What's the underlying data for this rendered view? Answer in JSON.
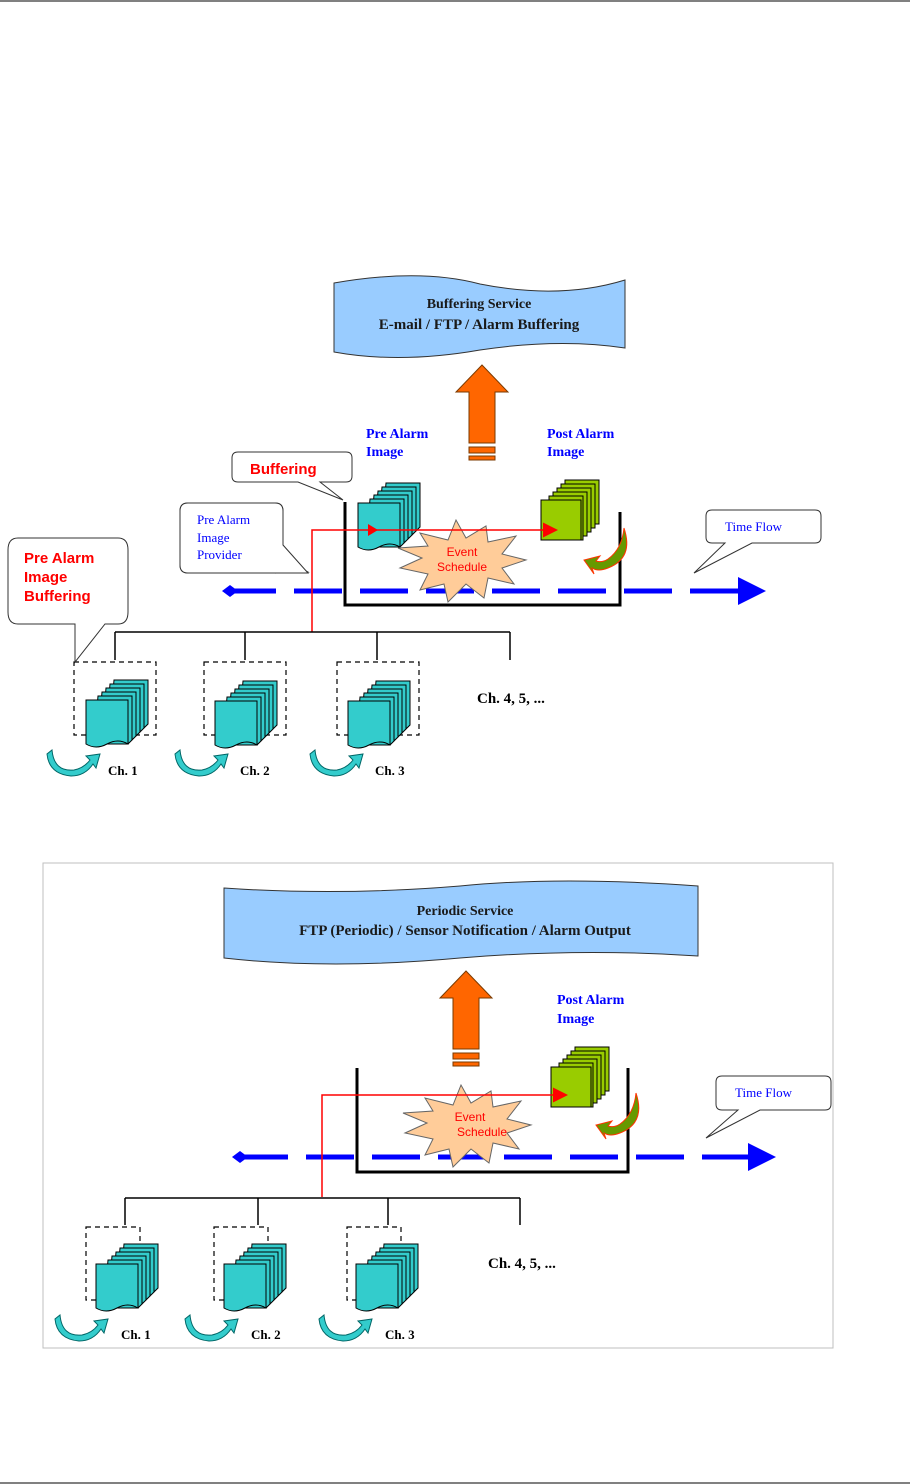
{
  "page": {
    "colors": {
      "banner_fill": "#99ccff",
      "up_arrow_fill": "#ff6600",
      "frame_cyan": "#33cccc",
      "frame_green": "#99cc00",
      "curl_green": "#669900",
      "burst_fill": "#ffcc99",
      "red_accent": "#ff0000",
      "blue_text": "#0000ff",
      "timeline_blue": "#0000ff",
      "rule_gray": "#808080",
      "frame_border_gray": "#bfbfbf"
    }
  },
  "diagram1": {
    "banner": {
      "title": "Buffering Service",
      "subtitle": "E-mail / FTP / Alarm Buffering"
    },
    "pre_alarm_image_label": [
      "Pre Alarm",
      "Image"
    ],
    "post_alarm_image_label": [
      "Post Alarm",
      "Image"
    ],
    "callouts": {
      "buffering": "Buffering",
      "pre_alarm_image_provider": [
        "Pre Alarm",
        "Image",
        "Provider"
      ],
      "pre_alarm_image_buffering": [
        "Pre Alarm",
        "Image",
        "Buffering"
      ],
      "time_flow": "Time Flow"
    },
    "event_schedule": [
      "Event",
      "Schedule"
    ],
    "channels": [
      "Ch. 1",
      "Ch. 2",
      "Ch. 3"
    ],
    "more_channels": "Ch. 4, 5, ..."
  },
  "diagram2": {
    "banner": {
      "title": "Periodic Service",
      "subtitle": "FTP (Periodic) / Sensor Notification / Alarm Output"
    },
    "post_alarm_image_label": [
      "Post Alarm",
      "Image"
    ],
    "callouts": {
      "time_flow": "Time Flow"
    },
    "event_schedule": [
      "Event",
      "Schedule"
    ],
    "channels": [
      "Ch. 1",
      "Ch. 2",
      "Ch. 3"
    ],
    "more_channels": "Ch. 4, 5, ..."
  }
}
